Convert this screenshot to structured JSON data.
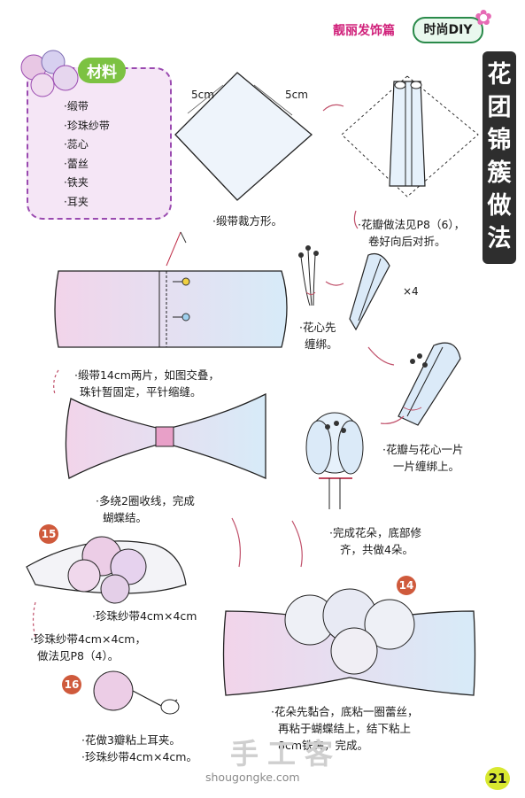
{
  "header": {
    "section": "靓丽发饰篇",
    "badge": "时尚DIY",
    "page_number": "21"
  },
  "title_vertical": [
    "花",
    "团",
    "锦",
    "簇",
    "做",
    "法"
  ],
  "materials": {
    "heading": "材料",
    "items": [
      "·缎带",
      "·珍珠纱带",
      "·蕊心",
      "·蕾丝",
      "·铁夹",
      "·耳夹"
    ]
  },
  "labels": {
    "dim_left": "5cm",
    "dim_right": "5cm",
    "times4": "×4",
    "num15": "15",
    "num14": "14",
    "num16": "16"
  },
  "captions": {
    "step1": "·缎带裁方形。",
    "step2": [
      "·花瓣做法见P8（6），",
      "卷好向后对折。"
    ],
    "step3": [
      "·花心先",
      "缠绑。"
    ],
    "step4": [
      "·缎带14cm两片，如图交叠，",
      "珠针暂固定，平针缩缝。"
    ],
    "step5": [
      "·花瓣与花心一片",
      "一片缠绑上。"
    ],
    "step6": [
      "·多绕2圈收线，完成",
      "蝴蝶结。"
    ],
    "step7": [
      "·完成花朵，底部修",
      "齐，共做4朵。"
    ],
    "step8": "·珍珠纱带4cm×4cm",
    "step9": [
      "·珍珠纱带4cm×4cm，",
      "做法见P8（4）。"
    ],
    "step10": [
      "·花朵先黏合，底粘一圈蕾丝，",
      "再粘于蝴蝶结上，结下粘上",
      "8cm铁夹，完成。"
    ],
    "step11": [
      "·花做3瓣粘上耳夹。",
      "·珍珠纱带4cm×4cm。"
    ]
  },
  "watermark": {
    "text": "手工客",
    "url": "shougongke.com"
  },
  "colors": {
    "accent_pink": "#d0207a",
    "badge_green": "#2a8a4a",
    "material_bg": "#f5e6f6",
    "material_border": "#9a4ab0",
    "tag_green": "#7cc242",
    "number_red": "#cf5a3c",
    "pagenum_yellow": "#d8e830"
  }
}
